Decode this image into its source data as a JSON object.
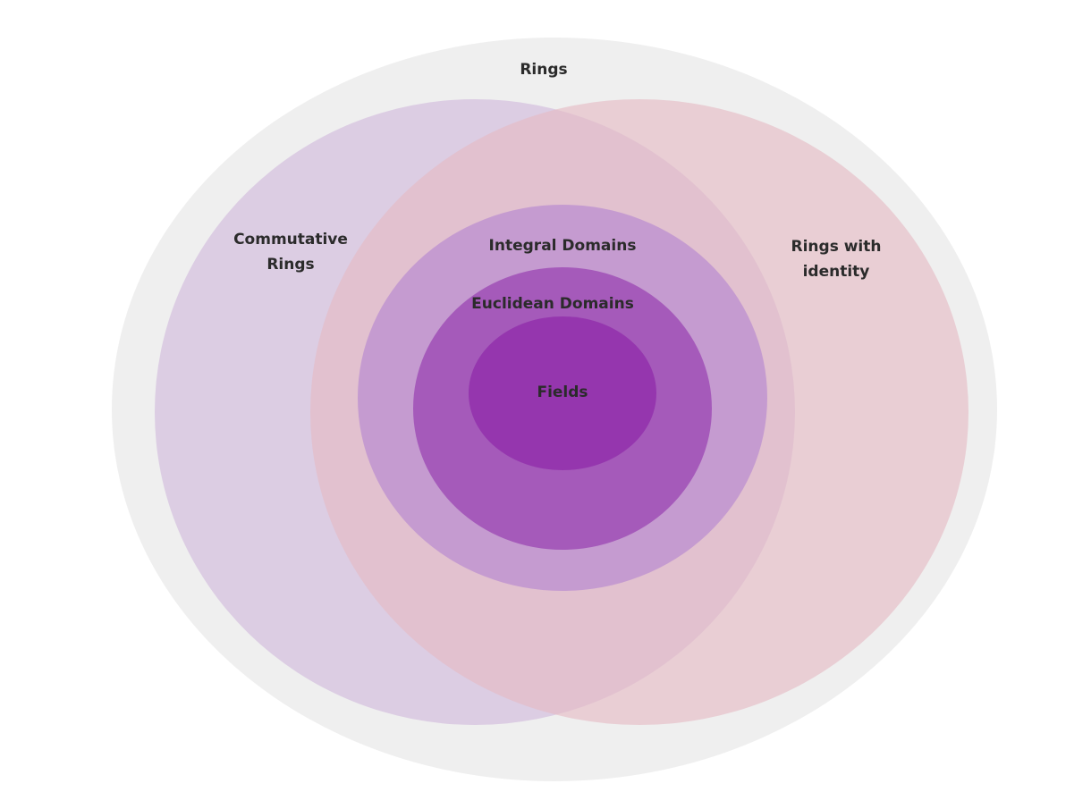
{
  "diagram": {
    "type": "nested-euler-diagram",
    "sets": {
      "rings": {
        "label": "Rings",
        "color": "#efefef"
      },
      "commutative_rings": {
        "label_line1": "Commutative",
        "label_line2": "Rings",
        "color": "#d9c8e0"
      },
      "rings_with_identity": {
        "label_line1": "Rings with",
        "label_line2": "identity",
        "color": "#e6c7cf"
      },
      "integral_domains": {
        "label": "Integral Domains",
        "color": "#c49ccf"
      },
      "euclidean_domains": {
        "label": "Euclidean Domains",
        "color": "#a55bba"
      },
      "fields": {
        "label": "Fields",
        "color": "#9536ae"
      }
    }
  }
}
